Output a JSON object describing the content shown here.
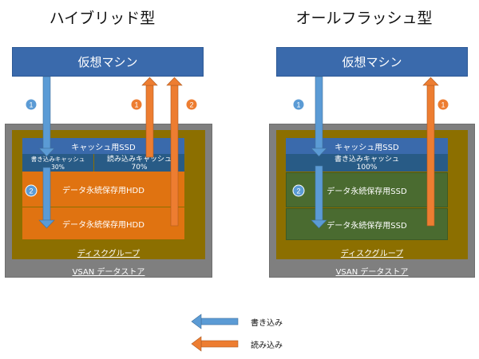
{
  "left": {
    "title": "ハイブリッド型",
    "vm_label": "仮想マシン",
    "cache_label": "キャッシュ用SSD",
    "write_cache_label": "書き込みキャッシュ",
    "write_cache_pct": "30%",
    "read_cache_label": "読み込みキャッシュ",
    "read_cache_pct": "70%",
    "storage1_label": "データ永続保存用HDD",
    "storage2_label": "データ永続保存用HDD",
    "disk_group_label": "ディスクグループ",
    "datastore_label": "VSAN データストア",
    "badges": [
      "1",
      "2",
      "1",
      "2"
    ]
  },
  "right": {
    "title": "オールフラッシュ型",
    "vm_label": "仮想マシン",
    "cache_label": "キャッシュ用SSD",
    "write_cache_label": "書き込みキャッシュ",
    "write_cache_pct": "100%",
    "storage1_label": "データ永続保存用SSD",
    "storage2_label": "データ永続保存用SSD",
    "disk_group_label": "ディスクグループ",
    "datastore_label": "VSAN データストア",
    "badges": [
      "1",
      "2",
      "1"
    ]
  },
  "legend": {
    "write_label": "書き込み",
    "read_label": "読み込み"
  },
  "colors": {
    "write_arrow": "#5b9bd5",
    "read_arrow": "#ed7d31",
    "badge_write": "#5b9bd5",
    "badge_read": "#ed7d31"
  }
}
